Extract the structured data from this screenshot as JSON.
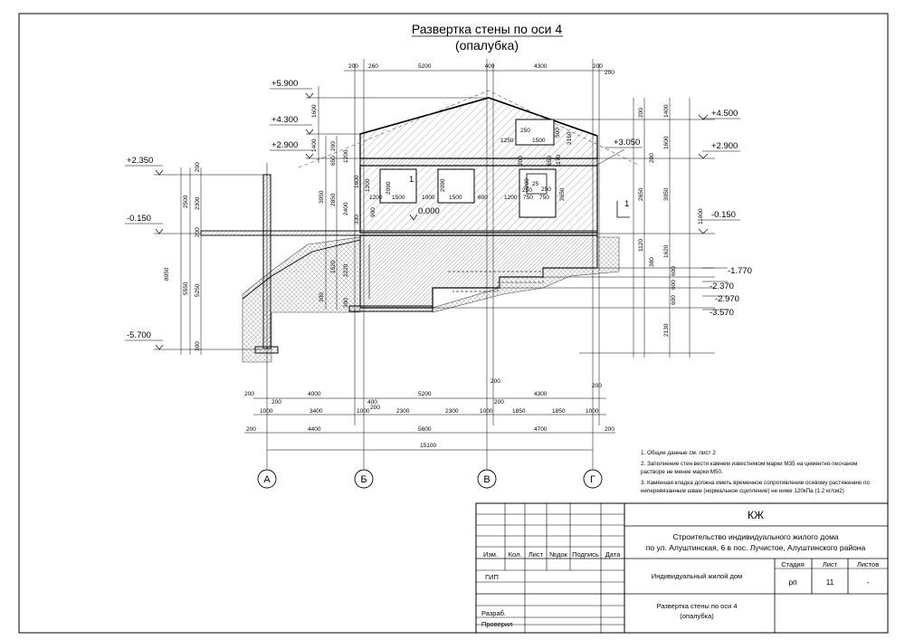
{
  "title": {
    "line1": "Развертка стены по оси  4",
    "line2": "(опалубка)"
  },
  "levels_left": [
    {
      "id": "l1",
      "label": "+5.900"
    },
    {
      "id": "l2",
      "label": "+4.300"
    },
    {
      "id": "l3",
      "label": "+2.900"
    },
    {
      "id": "l4",
      "label": "+2.350"
    },
    {
      "id": "l5",
      "label": "-0.150"
    },
    {
      "id": "l6",
      "label": "-5.700"
    }
  ],
  "levels_right": [
    {
      "id": "r1",
      "label": "+4.500"
    },
    {
      "id": "r2",
      "label": "+3.050"
    },
    {
      "id": "r3",
      "label": "+2.900"
    },
    {
      "id": "r4",
      "label": "-0.150"
    },
    {
      "id": "r5",
      "label": "-1.770"
    },
    {
      "id": "r6",
      "label": "-2.370"
    },
    {
      "id": "r7",
      "label": "-2.970"
    },
    {
      "id": "r8",
      "label": "-3.570"
    }
  ],
  "zero_mark": "0.000",
  "section_mark": "1",
  "top_dims": [
    "200",
    "260",
    "5200",
    "400",
    "4300",
    "200",
    "200"
  ],
  "left_dims": [
    "1600",
    "1400",
    "200",
    "2500",
    "2300",
    "200",
    "8050",
    "5550",
    "5250",
    "300"
  ],
  "mid_dims": [
    "200",
    "650",
    "1200",
    "3050",
    "2850",
    "2400",
    "1600",
    "330",
    "1520",
    "2220",
    "300",
    "300"
  ],
  "right_dims": [
    "1400",
    "1600",
    "200",
    "200",
    "2650",
    "3050",
    "11600",
    "1620",
    "1120",
    "380",
    "600",
    "600",
    "600",
    "2130"
  ],
  "opening_dims": [
    "1500",
    "250",
    "1500",
    "1250",
    "1200",
    "2090",
    "1000",
    "1500",
    "600",
    "1200",
    "750",
    "750",
    "250",
    "2650",
    "2150",
    "500",
    "1170",
    "650",
    "200",
    "250",
    "200",
    "25",
    "2090",
    "1200",
    "900"
  ],
  "bottom_dims": {
    "row1": [
      "200",
      "4000",
      "5200",
      "4300",
      "200",
      "200"
    ],
    "row2": [
      "1000",
      "3400",
      "200",
      "1000",
      "400",
      "2300",
      "2300",
      "200",
      "1000",
      "1850",
      "1850",
      "1000",
      "200"
    ],
    "row3": [
      "200",
      "4400",
      "5600",
      "4700",
      "200"
    ],
    "total": "15100"
  },
  "axes": [
    "А",
    "Б",
    "В",
    "Г"
  ],
  "notes": [
    "1. Общие данные см. лист 2",
    "2. Заполнение стен вести камнем известняком марки М35 на цементно-песчаном",
    "    растворе не менее марки М50.",
    "3. Каменная кладка должна иметь временное сопротивление осевому растяжению по",
    "    неперевязанным швам (нормальное сцепление) не ниже 120кПа (1.2 кг/см2)"
  ],
  "title_block": {
    "code": "КЖ",
    "project_line1": "Строительство индивидуального жилого дома",
    "project_line2": "по ул. Алуштинская, 6 в пос. Лучистое, Алуштинского района",
    "headers": [
      "Изм.",
      "Кол.",
      "Лист",
      "№док",
      "Подпись",
      "Дата"
    ],
    "gip": "ГИП",
    "razrab": "Разраб.",
    "proveril": "Проверил",
    "building": "Индивидуальный жилой дом",
    "stage_label": "Стадия",
    "sheet_label": "Лист",
    "sheets_label": "Листов",
    "stage": "рп",
    "sheet": "11",
    "sheets": "-",
    "drawing_line1": "Развертка стены по оси 4",
    "drawing_line2": "(опалубка)"
  }
}
